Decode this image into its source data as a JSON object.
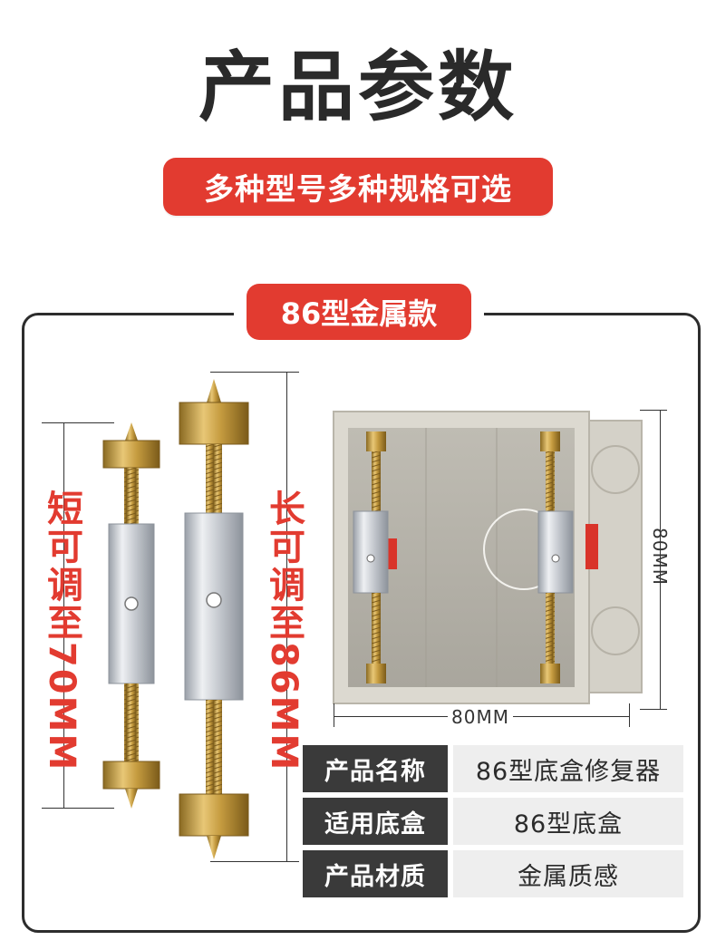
{
  "header": {
    "title": "产品参数",
    "subtitle": "多种型号多种规格可选"
  },
  "section": {
    "badge": "86型金属款",
    "short_label": "短可调至70MM",
    "long_label": "长可调至86MM",
    "dim_height": "80MM",
    "dim_width": "80MM"
  },
  "specs": [
    {
      "key": "产品名称",
      "value": "86型底盒修复器"
    },
    {
      "key": "适用底盒",
      "value": "86型底盒"
    },
    {
      "key": "产品材质",
      "value": "金属质感"
    }
  ],
  "colors": {
    "accent": "#e23b30",
    "dark": "#3a3a3a",
    "brass": "#c9a24a",
    "steel": "#c9ccd1",
    "box": "#d8d5cc"
  }
}
